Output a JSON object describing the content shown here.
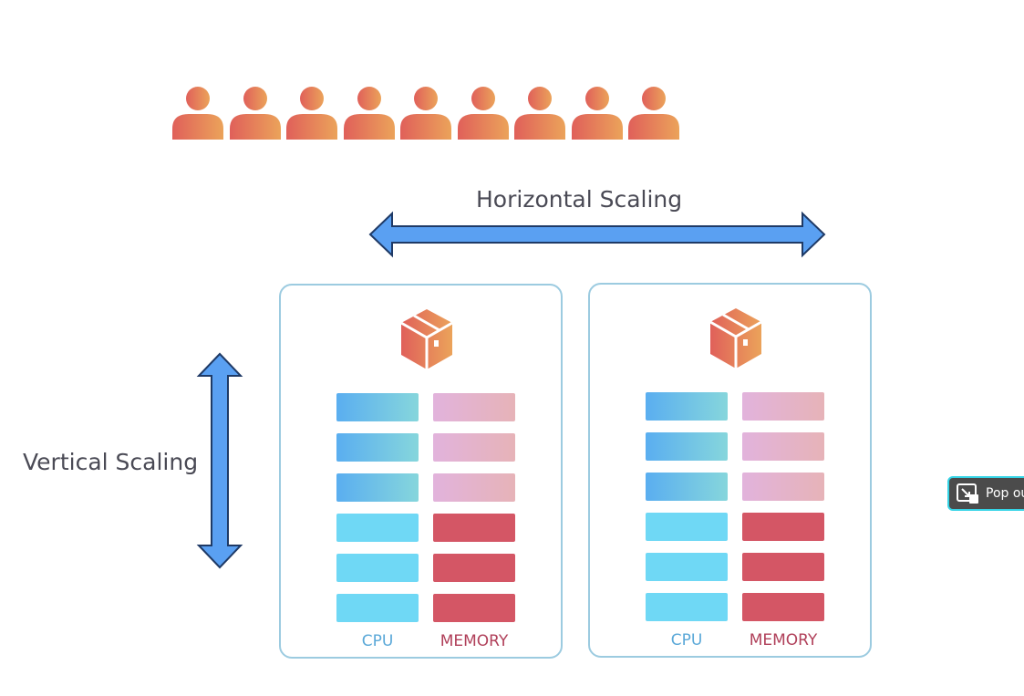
{
  "diagram": {
    "users_count": 9,
    "horizontal_label": "Horizontal Scaling",
    "vertical_label": "Vertical Scaling",
    "servers": [
      {
        "cpu_label": "CPU",
        "memory_label": "MEMORY"
      },
      {
        "cpu_label": "CPU",
        "memory_label": "MEMORY"
      }
    ],
    "colors": {
      "user": "#e8834f",
      "arrow": "#5aa0f2",
      "cpu_label": "#5aa8d8",
      "memory_label": "#b0405a",
      "memory_active": "#d45665",
      "cpu_active": "#6fd8f5"
    },
    "icons": {
      "user": "person-icon",
      "package": "package-icon",
      "popout": "popout-icon"
    }
  },
  "popout": {
    "label": "Pop out"
  }
}
